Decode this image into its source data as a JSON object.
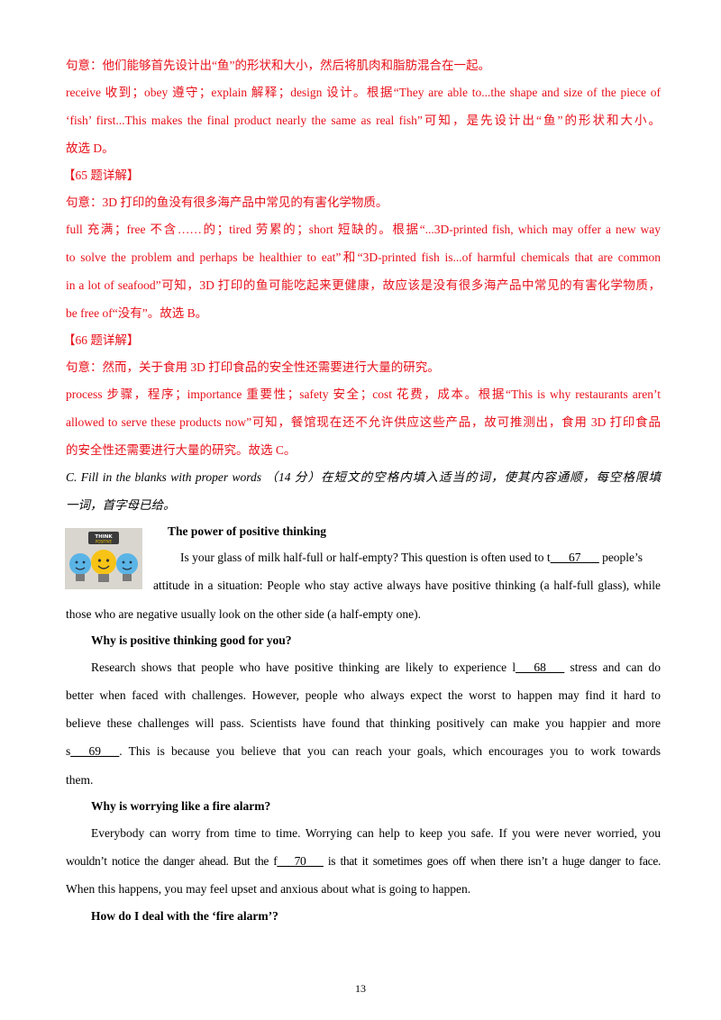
{
  "explanations": {
    "q64": {
      "meaning": "句意：他们能够首先设计出“鱼”的形状和大小，然后将肌肉和脂肪混合在一起。",
      "analysis_1": "receive 收到；obey 遵守；explain 解释；design 设计。根据“They are able to...the shape and size of the piece of",
      "analysis_2": "‘fish’ first...This makes the final product nearly the same as real fish”可知，是先设计出“鱼”的形状和大小。",
      "answer": "故选 D。"
    },
    "q65": {
      "header": "【65 题详解】",
      "meaning": "句意：3D 打印的鱼没有很多海产品中常见的有害化学物质。",
      "analysis_1": "full 充满；free 不含……的；tired 劳累的；short 短缺的。根据“...3D-printed fish, which may offer a new way",
      "analysis_2": "to solve the problem and perhaps be healthier to eat”和“3D-printed fish is...of harmful chemicals that are common",
      "analysis_3": "in a lot of seafood”可知，3D 打印的鱼可能吃起来更健康，故应该是没有很多海产品中常见的有害化学物质，",
      "analysis_4": "be free of“没有”。故选 B。"
    },
    "q66": {
      "header": "【66 题详解】",
      "meaning": "句意：然而，关于食用 3D 打印食品的安全性还需要进行大量的研究。",
      "analysis_1": "process 步骤，程序；importance 重要性；safety 安全；cost 花费，成本。根据“This is why restaurants aren’t",
      "analysis_2": "allowed to serve these products now”可知，餐馆现在还不允许供应这些产品，故可推测出，食用 3D 打印食品",
      "analysis_3": "的安全性还需要进行大量的研究。故选 C。"
    }
  },
  "section_c": {
    "instruction_1": "C. Fill in the blanks with proper words （14 分）在短文的空格内填入适当的词，使其内容通顺，每空格限填",
    "instruction_2": "一词，首字母已给。"
  },
  "image": {
    "icon": "lightbulbs-think-positive-icon",
    "sign_line1": "THINK",
    "sign_line2": "POSITIVE"
  },
  "passage": {
    "title": "The power of positive thinking",
    "p1_l1_a": "Is your glass of milk half-full or half-empty? This question is often used to t",
    "blank67": "___67___",
    "p1_l1_b": " people’s",
    "p1_l2": "attitude in a situation: People who stay active always have positive thinking (a half-full glass), while",
    "p1_l3": "those who are negative usually look on the other side (a half-empty one).",
    "h1": "Why is positive thinking good for you?",
    "p2_l1_a": "Research shows that people who have positive thinking are likely to experience l",
    "blank68": "___68___",
    "p2_l1_b": " stress and can do",
    "p2_l2": "better when faced with challenges. However, people who always expect the worst to happen may find it hard to",
    "p2_l3": "believe these challenges will pass. Scientists have found that thinking positively can make you happier and more",
    "p2_l4_a": "s",
    "blank69": "___69___",
    "p2_l4_b": ". This is because you believe that you can reach your goals, which encourages you to work towards",
    "p2_l5": "them.",
    "h2": "Why is worrying like a fire alarm?",
    "p3_l1": "Everybody can worry from time to time. Worrying can help to keep you safe. If you were never worried, you",
    "p3_l2_a": "wouldn’t notice the danger ahead. But the f",
    "blank70": "___70___",
    "p3_l2_b": " is that it sometimes goes off when there isn’t a huge danger to face.",
    "p3_l3": "When this happens, you may feel upset and anxious about what is going to happen.",
    "h3": "How do I deal with the ‘fire alarm’?"
  },
  "page_number": "13"
}
